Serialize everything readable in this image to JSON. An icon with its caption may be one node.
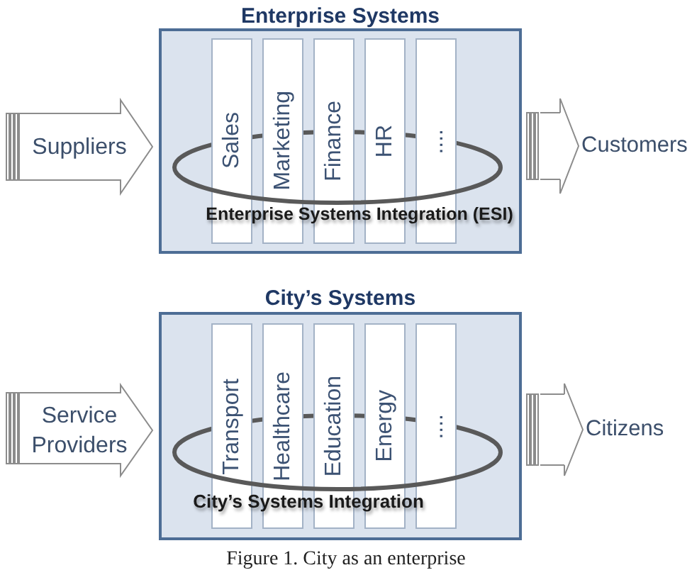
{
  "diagram": {
    "caption": "Figure 1. City as an enterprise",
    "nodes": [
      {
        "text": [
          "Suppliers"
        ]
      },
      {
        "text": [
          "Enterprise Systems"
        ]
      },
      {
        "text": [
          "Sales"
        ],
        "in": 1
      },
      {
        "text": [
          "Marketing"
        ],
        "in": 1
      },
      {
        "text": [
          "Finance"
        ],
        "in": 1
      },
      {
        "text": [
          "HR"
        ],
        "in": 1
      },
      {
        "text": [
          "...."
        ],
        "in": 1
      },
      {
        "text": [
          "Enterprise Systems Integration (ESI)"
        ],
        "in": 1
      },
      {
        "text": [
          "Customers"
        ]
      },
      {
        "text": [
          "Service Providers"
        ]
      },
      {
        "text": [
          "City’s Systems"
        ]
      },
      {
        "text": [
          "Transport"
        ],
        "in": 10
      },
      {
        "text": [
          "Healthcare"
        ],
        "in": 10
      },
      {
        "text": [
          "Education"
        ],
        "in": 10
      },
      {
        "text": [
          "Energy"
        ],
        "in": 10
      },
      {
        "text": [
          "...."
        ],
        "in": 10
      },
      {
        "text": [
          "City’s Systems Integration"
        ],
        "in": 10
      },
      {
        "text": [
          "Citizens"
        ]
      }
    ],
    "edges": [
      {
        "from": 1,
        "to": 8,
        "arrow": "to"
      },
      {
        "from": 10,
        "to": 17,
        "arrow": "to"
      }
    ]
  }
}
